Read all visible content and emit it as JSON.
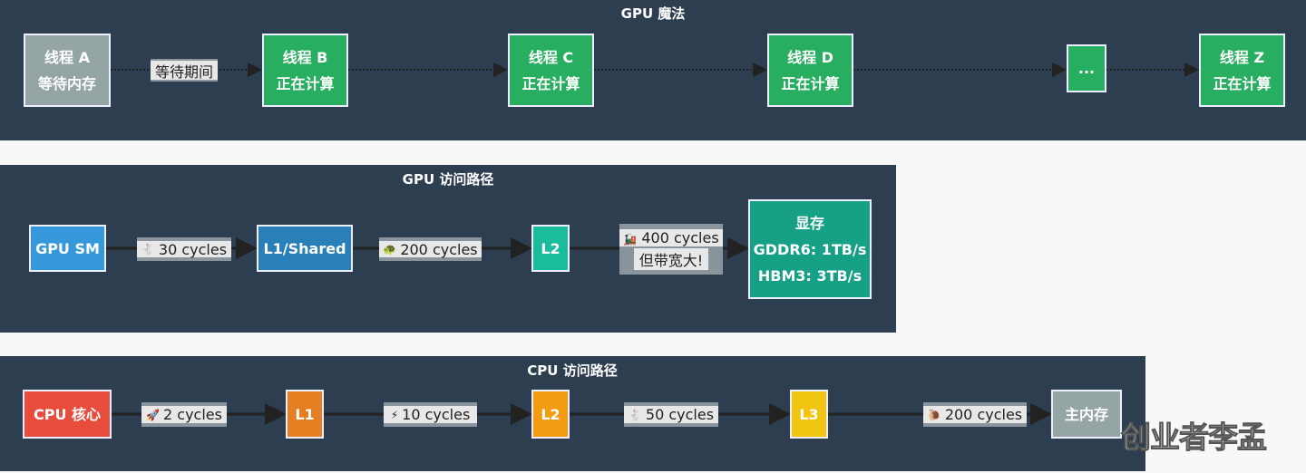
{
  "magic": {
    "title": "GPU 魔法",
    "nodes": [
      {
        "line1": "线程 A",
        "line2": "等待内存",
        "color": "#95a5a6"
      },
      {
        "line1": "线程 B",
        "line2": "正在计算",
        "color": "#27ae60"
      },
      {
        "line1": "线程 C",
        "line2": "正在计算",
        "color": "#27ae60"
      },
      {
        "line1": "线程 D",
        "line2": "正在计算",
        "color": "#27ae60"
      },
      {
        "line1": "...",
        "color": "#27ae60"
      },
      {
        "line1": "线程 Z",
        "line2": "正在计算",
        "color": "#27ae60"
      }
    ],
    "edge_label": "等待期间"
  },
  "gpu": {
    "title": "GPU 访问路径",
    "nodes": [
      {
        "label": "GPU SM",
        "color": "#3498db"
      },
      {
        "label": "L1/Shared",
        "color": "#2980b9"
      },
      {
        "label": "L2",
        "color": "#1abc9c"
      },
      {
        "line1": "显存",
        "line2": "GDDR6: 1TB/s",
        "line3": "HBM3: 3TB/s",
        "color": "#16a085"
      }
    ],
    "edges": [
      {
        "icon": "🐇",
        "label": "30 cycles"
      },
      {
        "icon": "🐢",
        "label": "200 cycles"
      },
      {
        "icon": "🚂",
        "label": "400 cycles",
        "note": "但带宽大!"
      }
    ]
  },
  "cpu": {
    "title": "CPU 访问路径",
    "nodes": [
      {
        "label": "CPU 核心",
        "color": "#e74c3c"
      },
      {
        "label": "L1",
        "color": "#e67e22"
      },
      {
        "label": "L2",
        "color": "#f39c12"
      },
      {
        "label": "L3",
        "color": "#f1c40f"
      },
      {
        "label": "主内存",
        "color": "#95a5a6"
      }
    ],
    "edges": [
      {
        "icon": "🚀",
        "label": "2 cycles"
      },
      {
        "icon": "⚡",
        "label": "10 cycles"
      },
      {
        "icon": "🐇",
        "label": "50 cycles"
      },
      {
        "icon": "🐌",
        "label": "200 cycles"
      }
    ]
  },
  "watermark": "创业者李孟"
}
